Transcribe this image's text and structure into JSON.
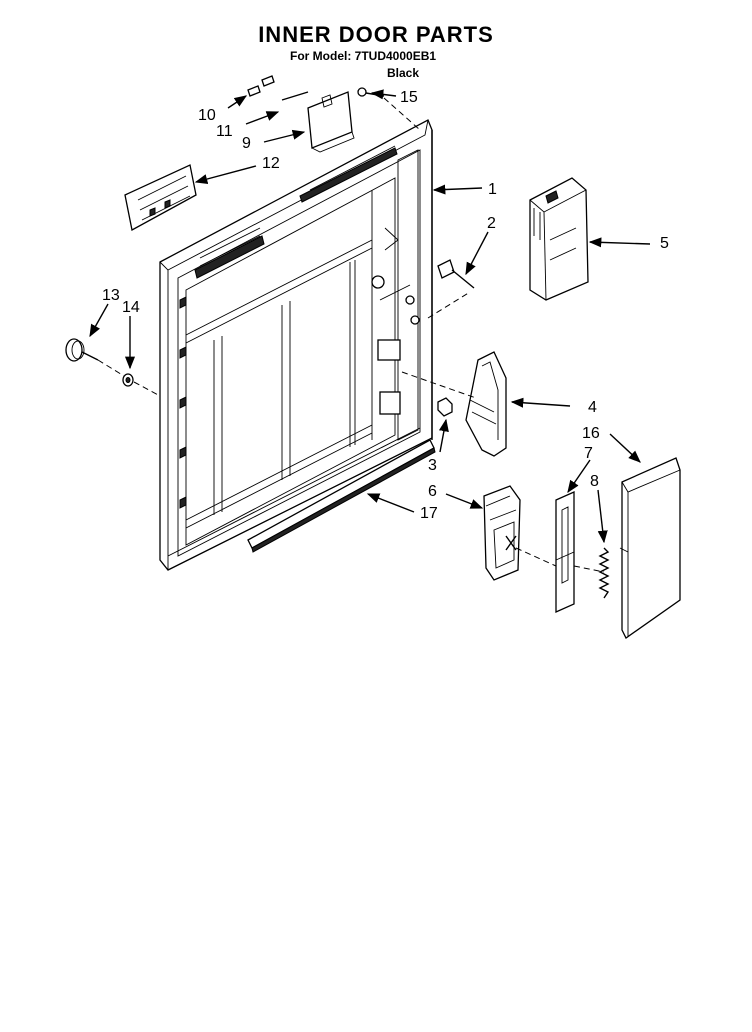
{
  "header": {
    "title": "INNER DOOR PARTS",
    "subtitle": "For Model: 7TUD4000EB1",
    "color": "Black"
  },
  "callouts": {
    "c1": "1",
    "c2": "2",
    "c3": "3",
    "c4": "4",
    "c5": "5",
    "c6": "6",
    "c7": "7",
    "c8": "8",
    "c9": "9",
    "c10": "10",
    "c11": "11",
    "c12": "12",
    "c13": "13",
    "c14": "14",
    "c15": "15",
    "c16": "16",
    "c17": "17"
  }
}
